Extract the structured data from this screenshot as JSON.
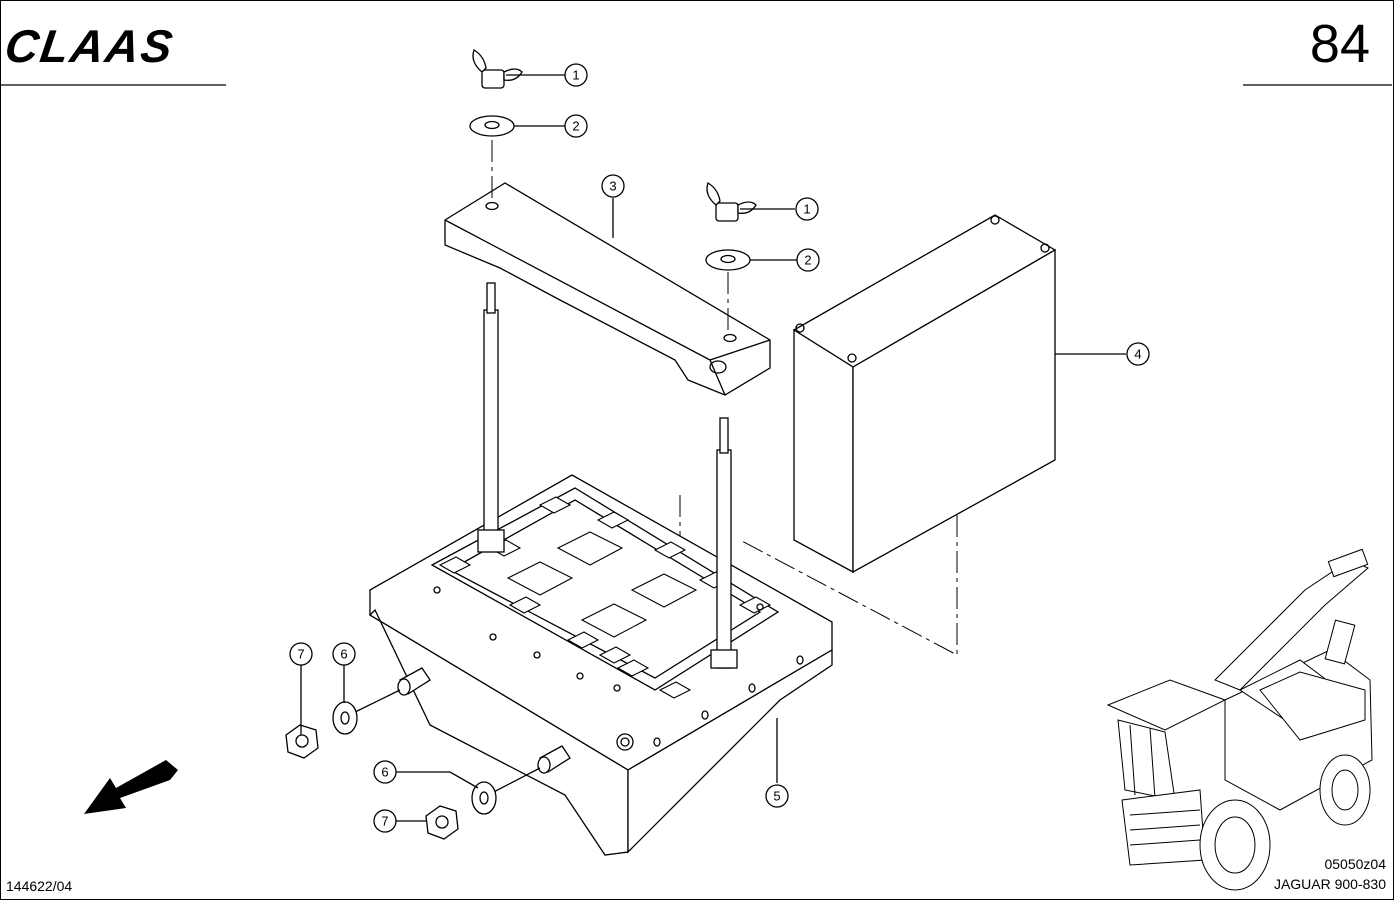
{
  "header": {
    "brand": "CLAAS",
    "page_number": "84"
  },
  "footer": {
    "document_number": "144622/04",
    "image_code": "05050z04",
    "model": "JAGUAR 900-830"
  },
  "callouts": [
    "1",
    "2",
    "3",
    "1",
    "2",
    "4",
    "7",
    "6",
    "6",
    "7",
    "5"
  ],
  "icons": [
    "claas-logo",
    "direction-arrow-icon",
    "forage-harvester-thumbnail"
  ]
}
